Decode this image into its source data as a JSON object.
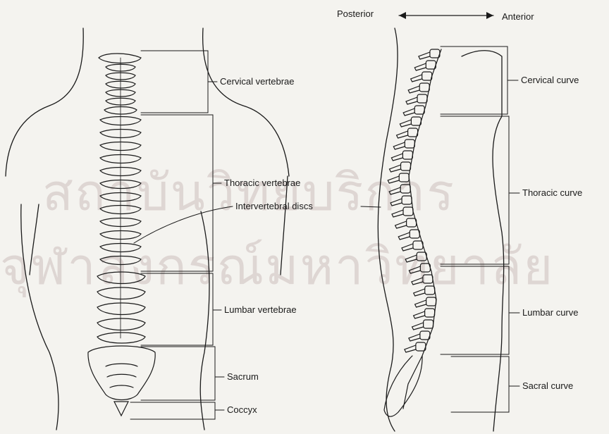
{
  "direction": {
    "posterior": "Posterior",
    "anterior": "Anterior"
  },
  "front_view": {
    "labels": {
      "cervical": "Cervical vertebrae",
      "thoracic": "Thoracic vertebrae",
      "discs": "Intervertebral discs",
      "lumbar": "Lumbar vertebrae",
      "sacrum": "Sacrum",
      "coccyx": "Coccyx"
    }
  },
  "side_view": {
    "labels": {
      "cervical": "Cervical curve",
      "thoracic": "Thoracic curve",
      "lumbar": "Lumbar curve",
      "sacral": "Sacral curve"
    }
  },
  "watermark": {
    "line1": "สถาบันวิทยบริการ",
    "line2": "จุฬาลงกรณ์มหาวิทยาลัย"
  },
  "colors": {
    "background": "#f4f3ef",
    "ink": "#1a1a1a",
    "watermark": "#6e3c46"
  }
}
